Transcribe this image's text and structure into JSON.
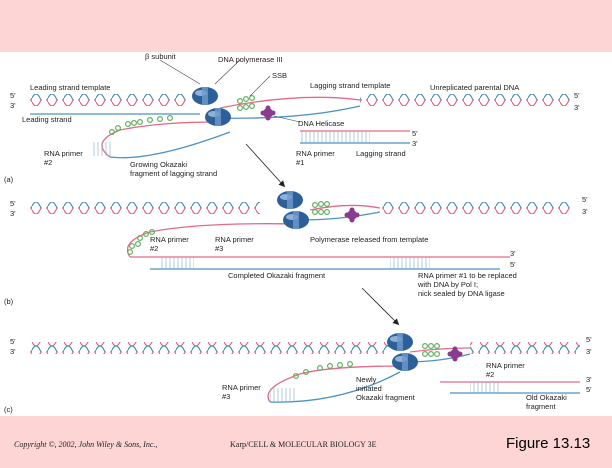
{
  "panel_a": {
    "panel_letter": "(a)",
    "labels": {
      "beta_subunit": "β subunit",
      "dna_polymerase": "DNA polymerase III",
      "ssb": "SSB",
      "leading_template": "Leading strand template",
      "lagging_template": "Lagging strand template",
      "unreplicated": "Unreplicated parental DNA",
      "leading_strand": "Leading strand",
      "dna_helicase": "DNA Helicase",
      "rna_primer_2": "RNA primer\n#2",
      "growing_okazaki": "Growing Okazaki\nfragment of lagging strand",
      "rna_primer_1": "RNA primer\n#1",
      "lagging_strand": "Lagging strand"
    },
    "ends": {
      "top_left_5": "5'",
      "top_left_3": "3'",
      "right_5": "5'",
      "right_3": "3'",
      "lag_5": "5'",
      "lag_3": "3'"
    }
  },
  "panel_b": {
    "panel_letter": "(b)",
    "labels": {
      "rna_primer_2": "RNA primer\n#2",
      "rna_primer_3": "RNA primer\n#3",
      "polymerase_released": "Polymerase released from template",
      "completed_okazaki": "Completed Okazaki fragment",
      "rna_primer_1_replaced": "RNA primer #1 to be replaced\nwith DNA by Pol I;\nnick sealed by DNA ligase"
    },
    "ends": {
      "left_5": "5'",
      "left_3": "3'",
      "right_5": "5'",
      "right_3": "3'",
      "low_3": "3'",
      "low_5": "5'"
    }
  },
  "panel_c": {
    "panel_letter": "(c)",
    "labels": {
      "rna_primer_3": "RNA primer\n#3",
      "newly_initiated": "Newly\ninitiated\nOkazaki fragment",
      "rna_primer_2": "RNA primer\n#2",
      "old_okazaki": "Old Okazaki\nfragment"
    },
    "ends": {
      "left_5": "5'",
      "left_3": "3'",
      "right_5": "5'",
      "right_3": "3'",
      "low_3": "3'",
      "low_5": "5'"
    }
  },
  "footer": {
    "copyright": "Copyright ©, 2002, John Wiley & Sons, Inc.,",
    "book": "Karp/CELL & MOLECULAR BIOLOGY 3E",
    "figure_label": "Figure 13.13"
  },
  "colors": {
    "pink_strand": "#e46a86",
    "blue_strand": "#4d92c4",
    "protein": "#2d5f99",
    "ssb": "#62b060",
    "helicase": "#8a3a8f",
    "background": "#fdd5d5"
  }
}
